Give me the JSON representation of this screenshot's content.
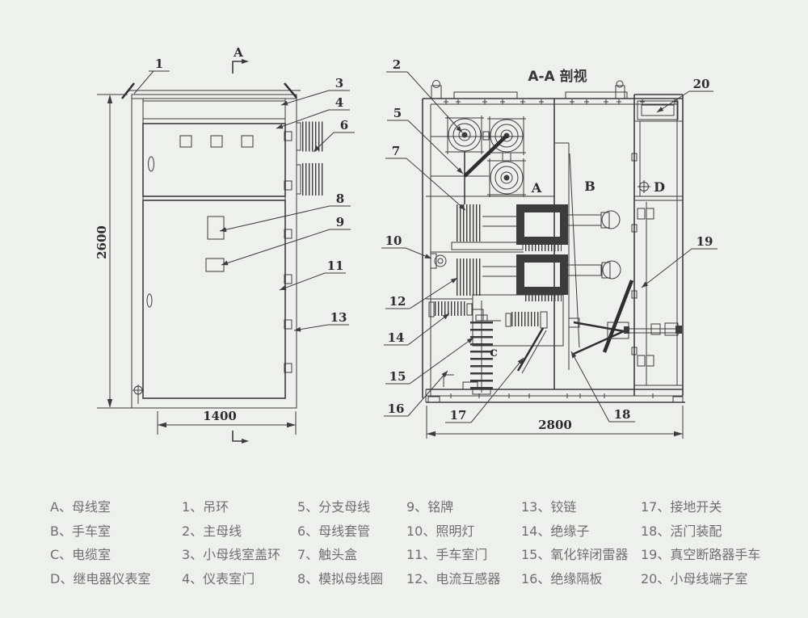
{
  "section_title": "A-A 剖视",
  "section_marker": "A",
  "dimensions": {
    "front_height": "2600",
    "front_width": "1400",
    "section_depth": "2800"
  },
  "rooms": {
    "a": "A",
    "b": "B",
    "c": "c",
    "d": "D"
  },
  "callouts": {
    "n1": "1",
    "n2": "2",
    "n3": "3",
    "n4": "4",
    "n5": "5",
    "n6": "6",
    "n7": "7",
    "n8": "8",
    "n9": "9",
    "n10": "10",
    "n11": "11",
    "n12": "12",
    "n13": "13",
    "n14": "14",
    "n15": "15",
    "n16": "16",
    "n17": "17",
    "n18": "18",
    "n19": "19",
    "n20": "20"
  },
  "legend": {
    "rooms": [
      "A、母线室",
      "B、手车室",
      "C、电缆室",
      "D、继电器仪表室"
    ],
    "items_1_4": [
      "1、吊环",
      "2、主母线",
      "3、小母线室盖环",
      "4、仪表室门"
    ],
    "items_5_8": [
      "5、分支母线",
      "6、母线套管",
      "7、触头盒",
      "8、模拟母线圈"
    ],
    "items_9_12": [
      "9、铭牌",
      "10、照明灯",
      "11、手车室门",
      "12、电流互感器"
    ],
    "items_13_16": [
      "13、铰链",
      "14、绝缘子",
      "15、氧化锌闭雷器",
      "16、绝缘隔板"
    ],
    "items_17_20": [
      "17、接地开关",
      "18、活门装配",
      "19、真空断路器手车",
      "20、小母线端子室"
    ]
  }
}
